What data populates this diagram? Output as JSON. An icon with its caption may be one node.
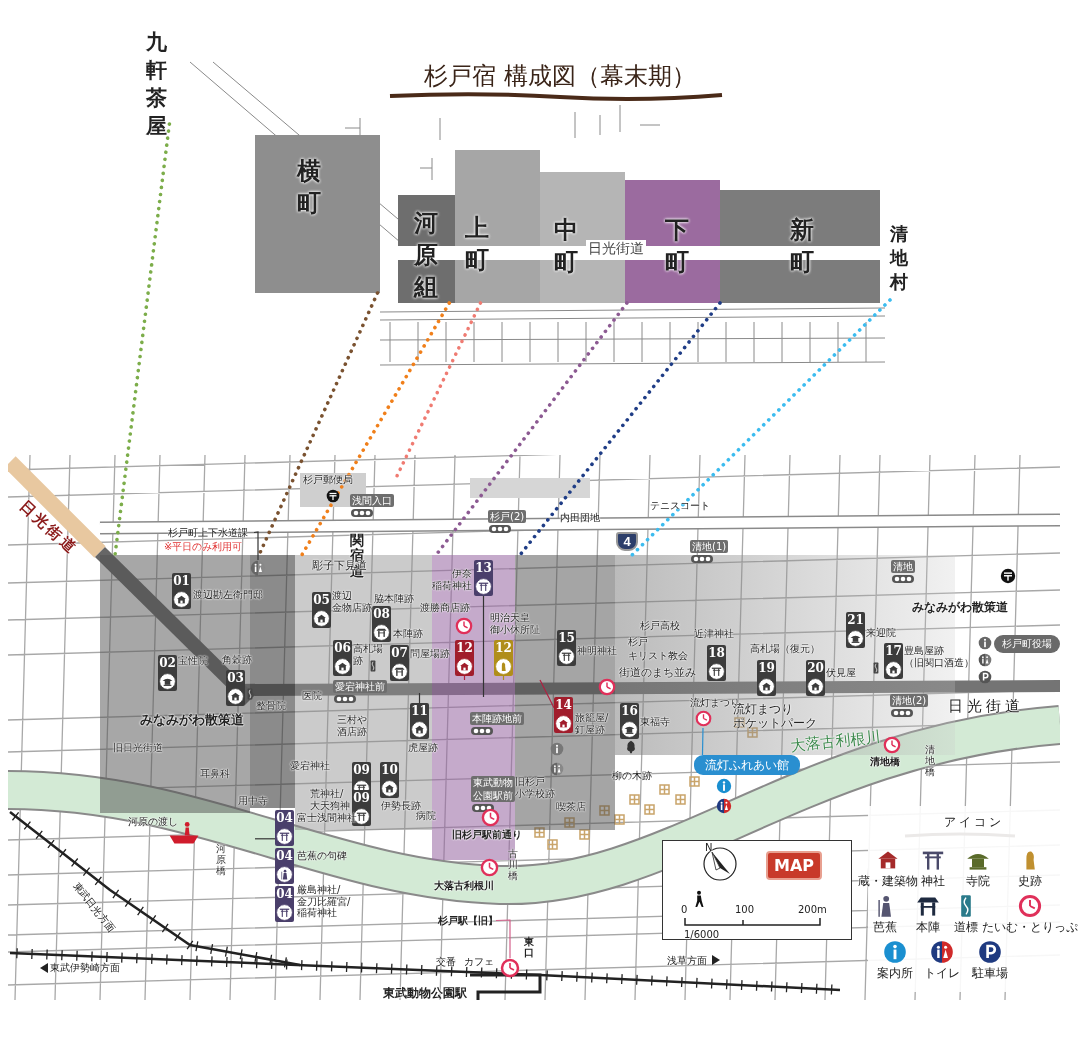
{
  "diagram": {
    "title": "杉戸宿 構成図（幕末期）",
    "nodes": [
      {
        "text": [
          "九軒茶屋"
        ]
      },
      {
        "text": [
          "横町"
        ]
      },
      {
        "text": [
          "河原組"
        ]
      },
      {
        "text": [
          "上町"
        ]
      },
      {
        "text": [
          "中町"
        ]
      },
      {
        "text": [
          "下町"
        ]
      },
      {
        "text": [
          "新町"
        ]
      },
      {
        "text": [
          "清地村"
        ]
      },
      {
        "text": [],
        "shape": "band"
      },
      {
        "text": [],
        "shape": "band"
      },
      {
        "text": [],
        "shape": "band"
      },
      {
        "text": [],
        "shape": "band"
      },
      {
        "text": [],
        "shape": "band"
      },
      {
        "text": [],
        "shape": "band"
      },
      {
        "text": [
          "01"
        ],
        "beside": [
          "渡辺勘左衛門邸"
        ],
        "in": 8
      },
      {
        "text": [
          "02"
        ],
        "beside": [
          "宝性院"
        ],
        "in": 8
      },
      {
        "text": [
          "03"
        ],
        "beside": [
          "角穀跡"
        ],
        "in": 8
      },
      {
        "text": [
          "05"
        ],
        "beside": [
          "渡辺金物店跡"
        ],
        "in": 10
      },
      {
        "text": [
          "06"
        ],
        "beside": [
          "高札場跡"
        ],
        "in": 10
      },
      {
        "text": [
          "08"
        ],
        "beside": [
          "脇本陣跡"
        ],
        "in": 10
      },
      {
        "text": [
          "07"
        ],
        "beside": [
          "本陣跡"
        ],
        "in": 10
      },
      {
        "text": [
          "11"
        ],
        "beside": [
          "虎屋跡"
        ],
        "in": 10
      },
      {
        "text": [
          "09"
        ],
        "beside": [
          "愛宕神社"
        ],
        "in": 10
      },
      {
        "text": [
          "10"
        ],
        "beside": [
          "伊勢長跡"
        ],
        "in": 10
      },
      {
        "text": [
          "09"
        ],
        "beside": [
          "荒神社/大天狗神"
        ],
        "in": 10
      },
      {
        "text": [
          "04"
        ],
        "beside": [
          "富士浅間神社"
        ]
      },
      {
        "text": [
          "04"
        ],
        "beside": [
          "芭蕉の句碑"
        ]
      },
      {
        "text": [
          "04"
        ],
        "beside": [
          "厳島神社/金刀比羅宮/稲荷神社"
        ]
      },
      {
        "text": [
          "12"
        ],
        "beside": [
          "問屋場跡"
        ],
        "in": 11
      },
      {
        "text": [
          "12"
        ],
        "beside": [
          "明治天皇御小休所阯"
        ],
        "in": 11
      },
      {
        "text": [
          "13"
        ],
        "beside": [
          "伊奈稲荷神社"
        ],
        "in": 11
      },
      {
        "text": [
          "14"
        ],
        "beside": [
          "旅籠屋/釘屋跡"
        ],
        "in": 12
      },
      {
        "text": [
          "15"
        ],
        "beside": [
          "神明神社"
        ],
        "in": 12
      },
      {
        "text": [
          "16"
        ],
        "beside": [
          "東福寺"
        ],
        "in": 13
      },
      {
        "text": [
          "18"
        ],
        "beside": [
          "近津神社"
        ],
        "in": 13
      },
      {
        "text": [
          "19"
        ],
        "beside": [
          "高札場（復元）"
        ],
        "in": 13
      },
      {
        "text": [
          "20"
        ],
        "beside": [
          "伏見屋"
        ],
        "in": 13
      },
      {
        "text": [
          "21"
        ],
        "beside": [
          "来迎院"
        ],
        "in": 13
      },
      {
        "text": [
          "17"
        ],
        "beside": [
          "豊島屋跡（旧関口酒造）"
        ],
        "in": 13
      },
      {
        "text": [
          "杉戸町上下水道課"
        ]
      },
      {
        "text": [],
        "shape": "picture",
        "in": 9
      },
      {
        "text": [
          "杉戸町役場"
        ]
      },
      {
        "text": [
          "流灯ふれあい館"
        ]
      },
      {
        "text": [
          "杉戸駅【旧】"
        ]
      },
      {
        "text": [],
        "shape": "picture"
      }
    ],
    "edges": [
      {
        "from": 0,
        "to": 8,
        "arrow": "none",
        "style": "dashed",
        "color": "#7cad4a"
      },
      {
        "from": 1,
        "to": 9,
        "arrow": "none",
        "style": "dashed",
        "color": "#7a5230"
      },
      {
        "from": 2,
        "to": 10,
        "arrow": "none",
        "style": "dashed",
        "color": "#f07f1a"
      },
      {
        "from": 3,
        "to": null,
        "arrow": "none",
        "style": "dashed",
        "color": "#ef7b72"
      },
      {
        "from": 5,
        "to": 11,
        "arrow": "none",
        "style": "dashed",
        "color": "#8c5a92"
      },
      {
        "from": 6,
        "to": 12,
        "arrow": "none",
        "style": "dashed",
        "color": "#1f3d86"
      },
      {
        "from": 7,
        "to": 13,
        "arrow": "none",
        "style": "dashed",
        "color": "#3cbcef"
      },
      {
        "from": 39,
        "to": 40,
        "arrow": "none"
      },
      {
        "from": 43,
        "to": 44,
        "arrow": "none",
        "color": "#d4608a"
      },
      {
        "from": 42,
        "to": null,
        "arrow": "none",
        "color": "#2a8fd0"
      },
      {
        "from": 25,
        "to": null,
        "arrow": "none"
      },
      {
        "from": 28,
        "to": null,
        "arrow": "none",
        "color": "#b02040"
      },
      {
        "from": 29,
        "to": null,
        "arrow": "none",
        "color": "#b08e1a"
      },
      {
        "from": 30,
        "to": null,
        "arrow": "none"
      },
      {
        "from": 31,
        "to": null,
        "arrow": "none",
        "color": "#b02040"
      },
      {
        "from": 21,
        "to": null,
        "arrow": "none"
      }
    ],
    "labels": [
      "日光街道",
      "日光街道",
      "杉戸郵便局",
      "浅間入口",
      "杉戸(2)",
      "内田団地",
      "※平日のみ利用可",
      "関宿道",
      "4",
      "テニスコート",
      "清地(1)",
      "彫子下見道",
      "清地",
      "渡勝商店跡",
      "みなみがわ散策道",
      "杉戸高校",
      "杉戸",
      "キリスト教会",
      "街道のまち並み",
      "整骨院",
      "医院",
      "愛宕神社前",
      "本陣跡地前",
      "流灯まつり",
      "清地(2)",
      "日光街道",
      "みなみがわ散策道",
      "三村や酒店跡",
      "流灯まつりポケットパーク",
      "旧日光街道",
      "大落古利根川",
      "清地橋",
      "清地橋",
      "耳鼻科",
      "東武動物公園駅前",
      "旧杉戸小学校跡",
      "柳の木跡",
      "河原の渡し",
      "用中寺",
      "病院",
      "喫茶店",
      "アイコン",
      "河原橋",
      "旧杉戸駅前通り",
      "古川橋",
      "N",
      "MAP",
      "東武日光方面",
      "大落古利根川",
      "0",
      "100",
      "200m",
      "東口",
      "1/6000",
      "東武伊勢崎方面",
      "交番",
      "カフェ",
      "浅草方面",
      "東武動物公園駅"
    ],
    "legend": [
      {
        "text": "蔵・建築物"
      },
      {
        "text": "神社"
      },
      {
        "text": "寺院"
      },
      {
        "text": "史跡"
      },
      {
        "text": "芭蕉"
      },
      {
        "text": "本陣"
      },
      {
        "text": "道標"
      },
      {
        "text": "たいむ・とりっぷ"
      },
      {
        "text": "案内所"
      },
      {
        "text": "トイレ"
      },
      {
        "text": "駐車場"
      }
    ]
  }
}
